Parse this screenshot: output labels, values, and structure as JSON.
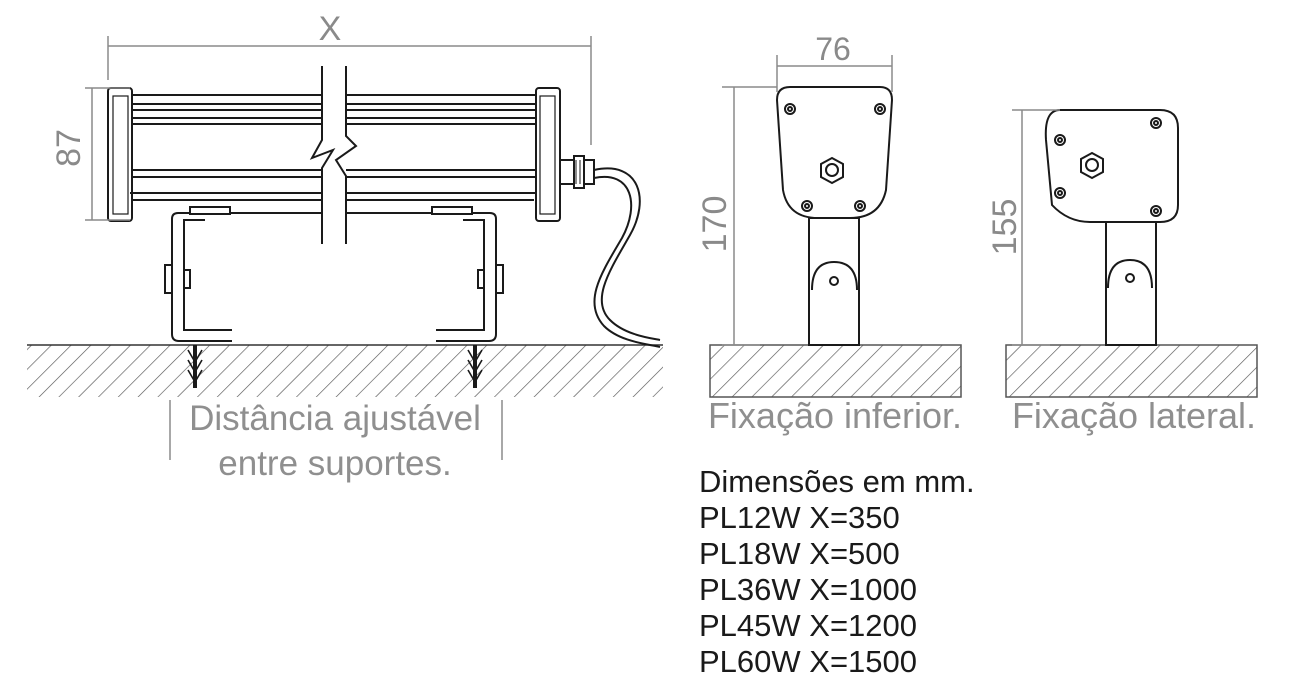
{
  "dimensions": {
    "length_label": "X",
    "height_side": "87",
    "width_front": "76",
    "height_bottom_mount": "170",
    "height_side_mount": "155"
  },
  "captions": {
    "support_distance_line1": "Distância ajustável",
    "support_distance_line2": "entre suportes.",
    "bottom_mount": "Fixação inferior.",
    "side_mount": "Fixação lateral."
  },
  "notes": {
    "units": "Dimensões em mm.",
    "models": [
      "PL12W X=350",
      "PL18W X=500",
      "PL36W X=1000",
      "PL45W X=1200",
      "PL60W X=1500"
    ]
  },
  "colors": {
    "outline": "#1a1a1a",
    "dimension": "#8a8a8a",
    "hatch": "#555555"
  }
}
